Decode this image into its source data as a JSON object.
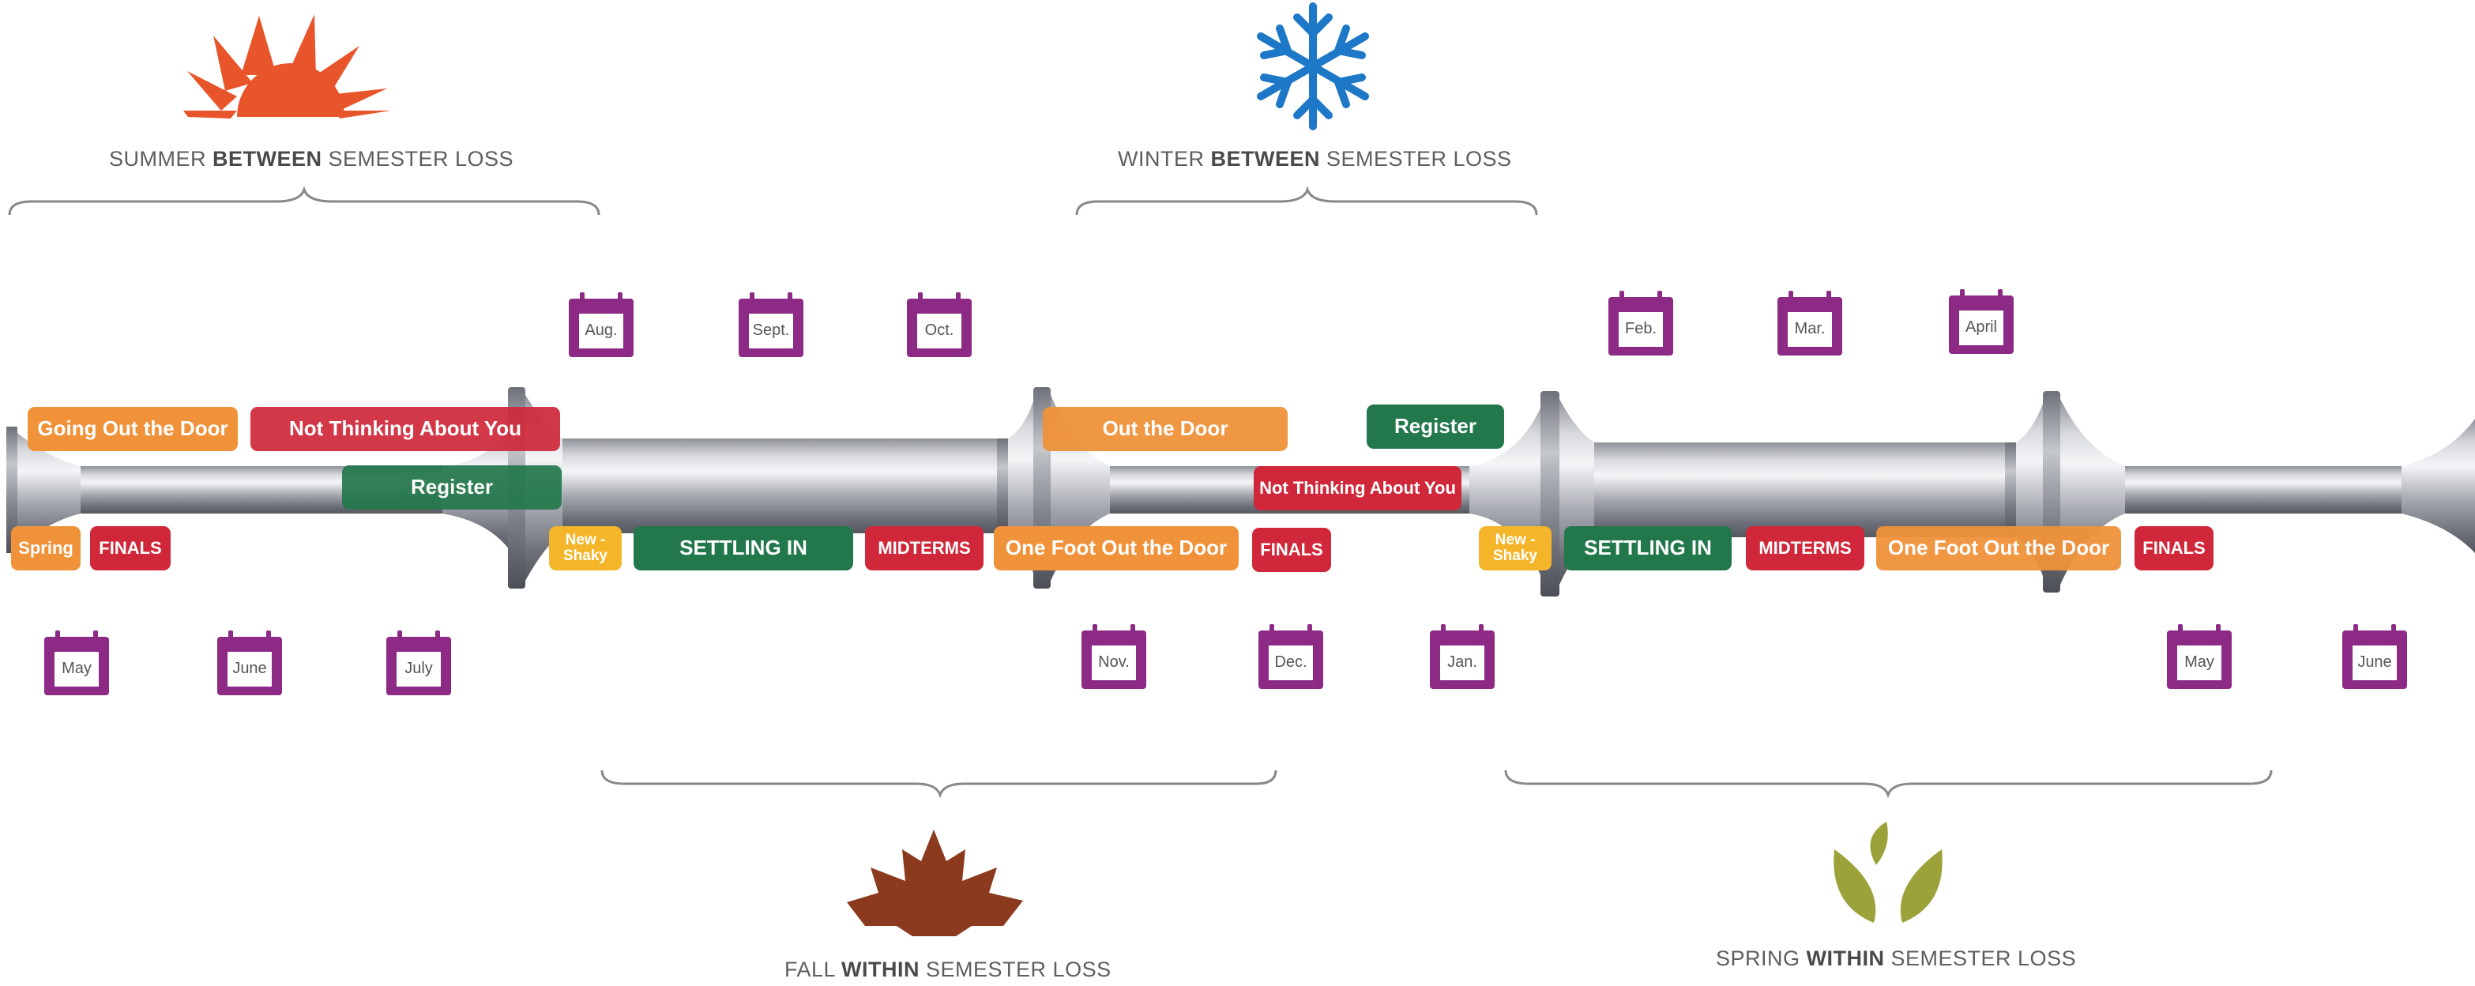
{
  "colors": {
    "orange": "#F0923A",
    "red": "#D0283A",
    "green": "#22774B",
    "yellow": "#F4B52A",
    "purple": "#8C2A86",
    "sun": "#E8552A",
    "snowflake": "#1E78C8",
    "leaf": "#8B3A1E",
    "sprout": "#9BA23A",
    "brace": "#888888"
  },
  "titles": {
    "summer": {
      "pre": "SUMMER ",
      "bold": "BETWEEN",
      "post": " SEMESTER LOSS"
    },
    "winter": {
      "pre": "WINTER ",
      "bold": "BETWEEN",
      "post": " SEMESTER LOSS"
    },
    "fall": {
      "pre": "FALL ",
      "bold": "WITHIN",
      "post": " SEMESTER LOSS"
    },
    "spring": {
      "pre": "SPRING ",
      "bold": "WITHIN",
      "post": " SEMESTER LOSS"
    }
  },
  "icons": {
    "summer": "sun-icon",
    "winter": "snowflake-icon",
    "fall": "maple-leaf-icon",
    "spring": "sprout-icon"
  },
  "months": {
    "aug": "Aug.",
    "sept": "Sept.",
    "oct": "Oct.",
    "feb": "Feb.",
    "mar": "Mar.",
    "april": "April",
    "may1": "May",
    "june1": "June",
    "july": "July",
    "nov": "Nov.",
    "dec": "Dec.",
    "jan": "Jan.",
    "may2": "May",
    "june2": "June"
  },
  "phases": {
    "going_out": "Going Out the Door",
    "not_thinking1": "Not Thinking About You",
    "register1": "Register",
    "spring": "Spring",
    "finals1": "FINALS",
    "new_shaky1": "New - Shaky",
    "settling1": "SETTLING IN",
    "midterms1": "MIDTERMS",
    "one_foot1": "One Foot Out the Door",
    "out_door": "Out the Door",
    "register2": "Register",
    "not_thinking2": "Not Thinking About You",
    "finals2": "FINALS",
    "new_shaky2": "New - Shaky",
    "settling2": "SETTLING IN",
    "midterms2": "MIDTERMS",
    "one_foot2": "One Foot Out the Door",
    "finals3": "FINALS"
  }
}
